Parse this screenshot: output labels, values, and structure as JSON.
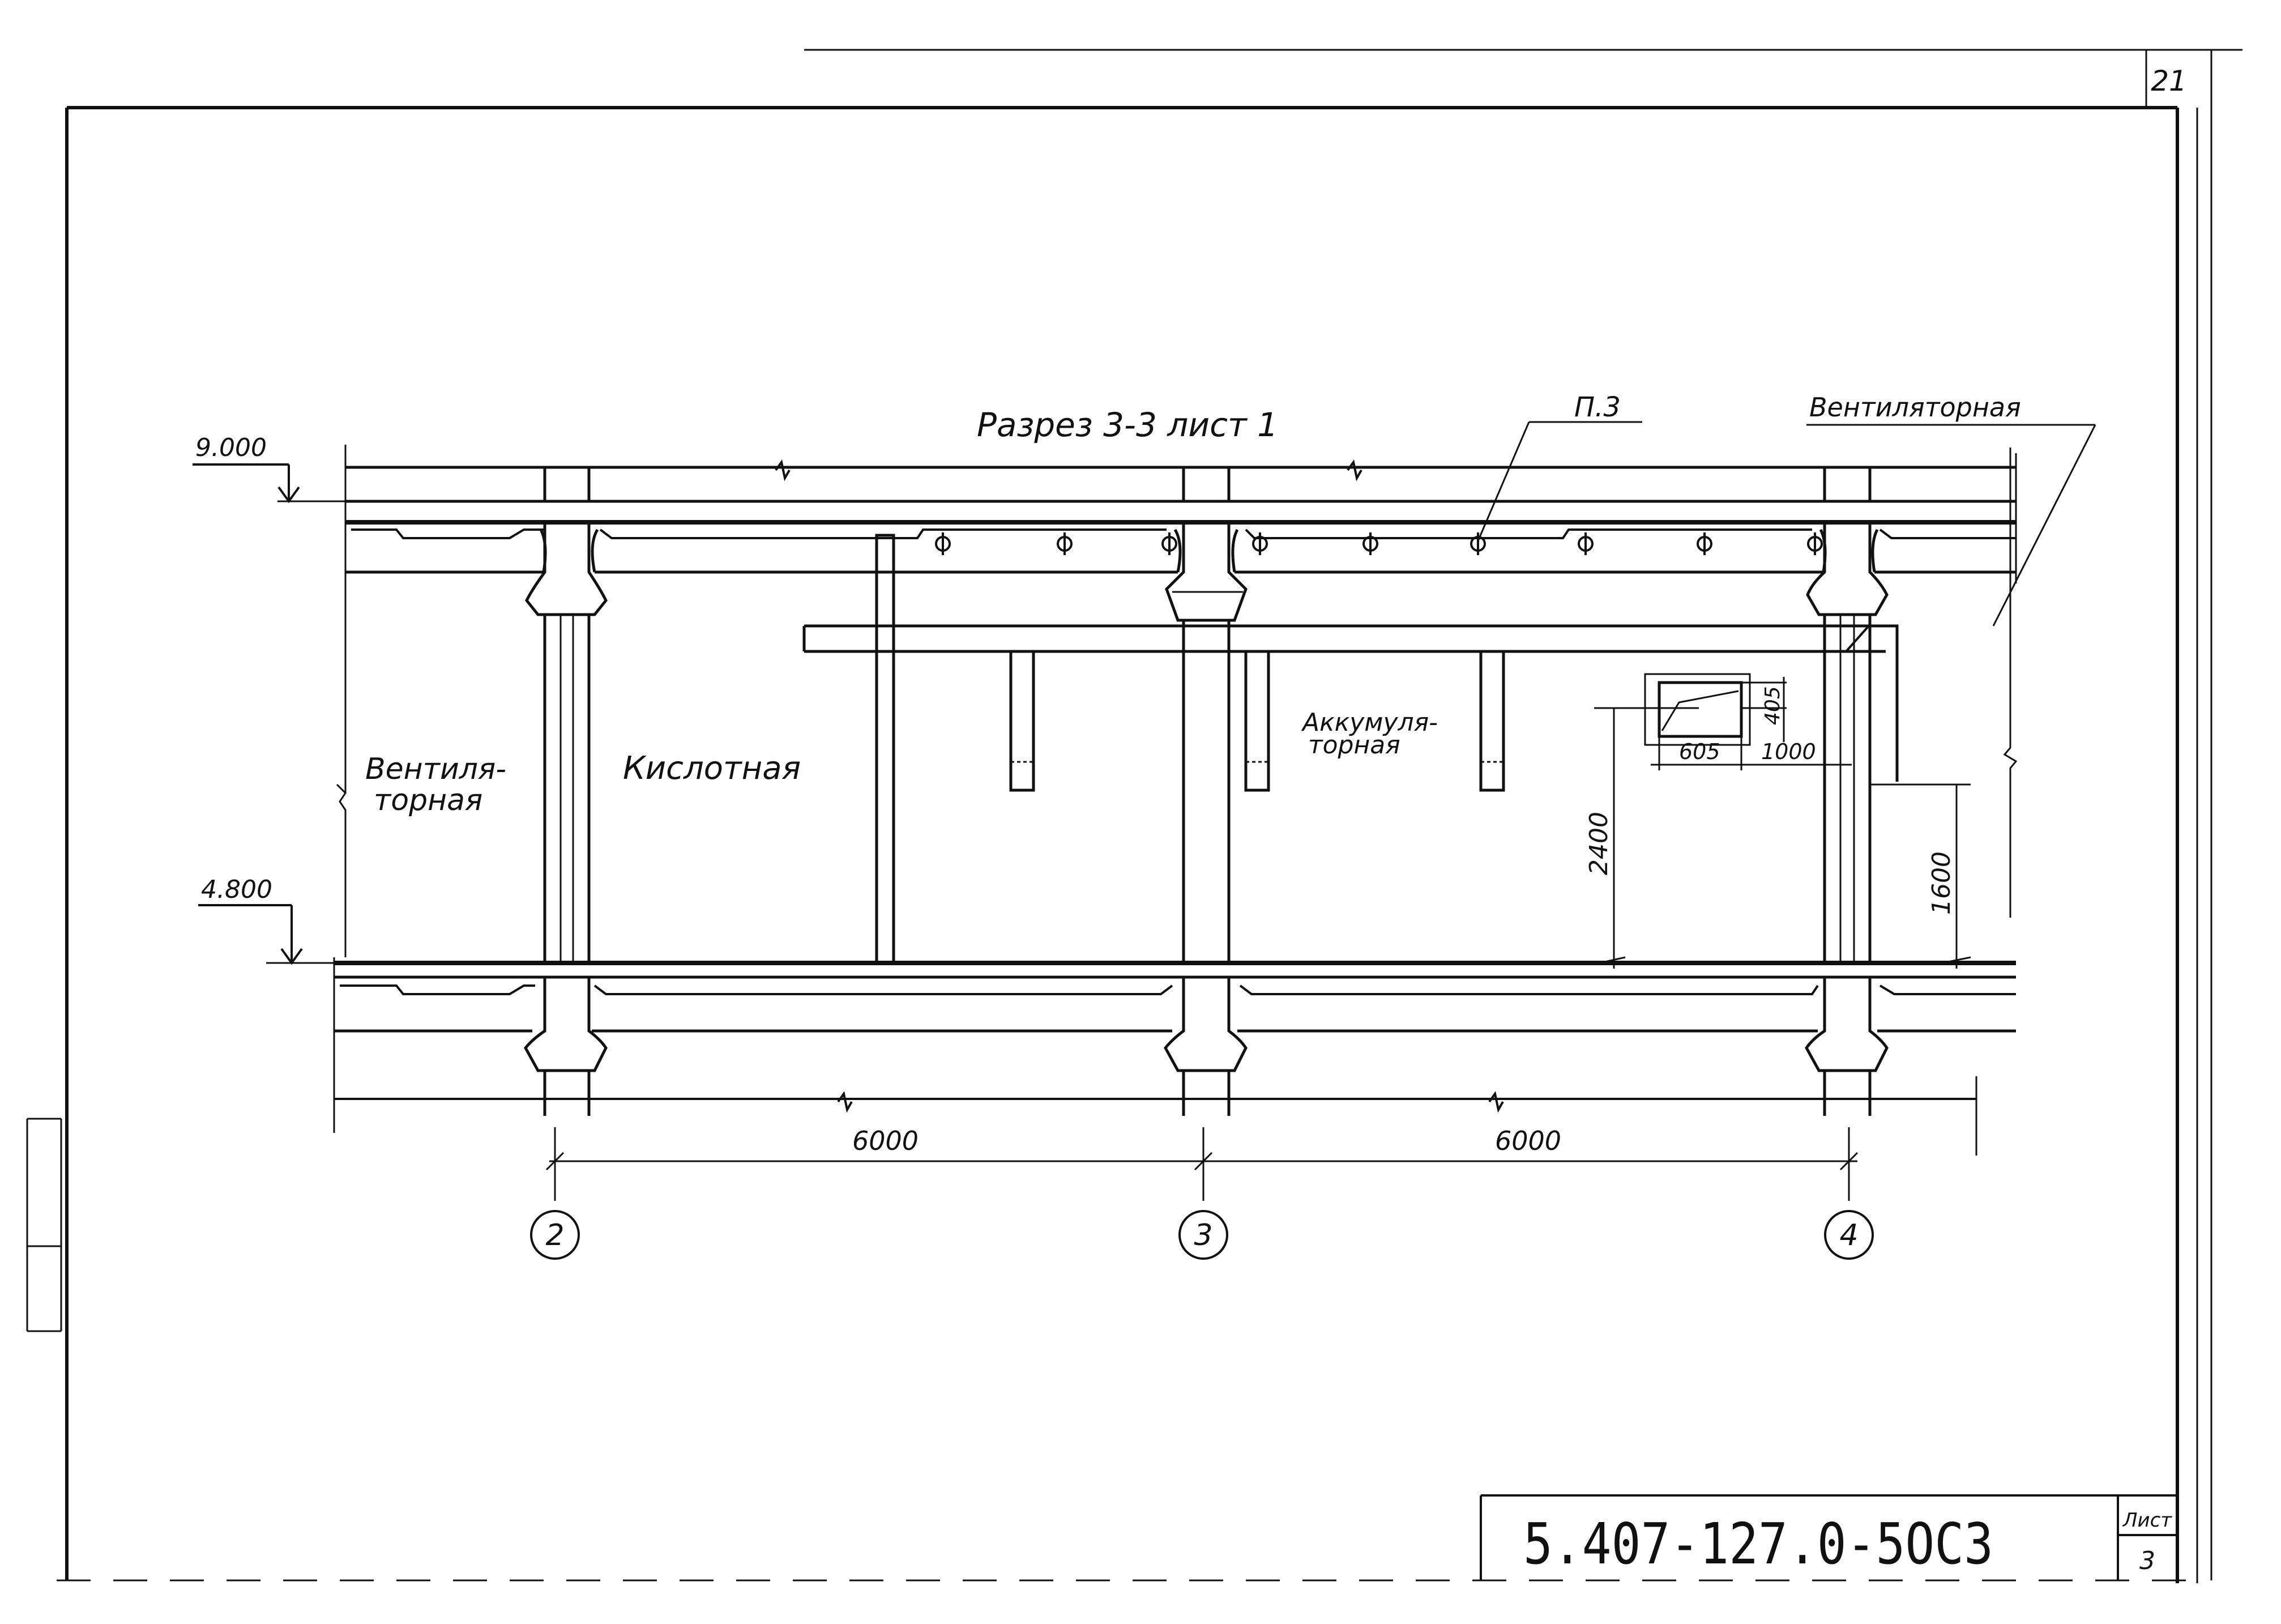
{
  "sheet": {
    "page_number": "21",
    "title": "Разрез 3-3 лист 1",
    "doc_code": "5.407-127.0-5ОСЗ",
    "sheet_label": "Лист",
    "sheet_number": "3"
  },
  "levels": {
    "top": "9.000",
    "middle": "4.800"
  },
  "rooms": {
    "vent_left_1": "Вентиля-",
    "vent_left_2": "торная",
    "acid": "Кислотная",
    "battery_1": "Аккумуля-",
    "battery_2": "торная",
    "vent_right": "Вентиляторная"
  },
  "callouts": {
    "item": "П.3"
  },
  "dimensions": {
    "span_left": "6000",
    "span_right": "6000",
    "height_2400": "2400",
    "height_1600": "1600",
    "opening_w": "605",
    "opening_h": "405",
    "offset_1000": "1000"
  },
  "axes": [
    "2",
    "3",
    "4"
  ]
}
